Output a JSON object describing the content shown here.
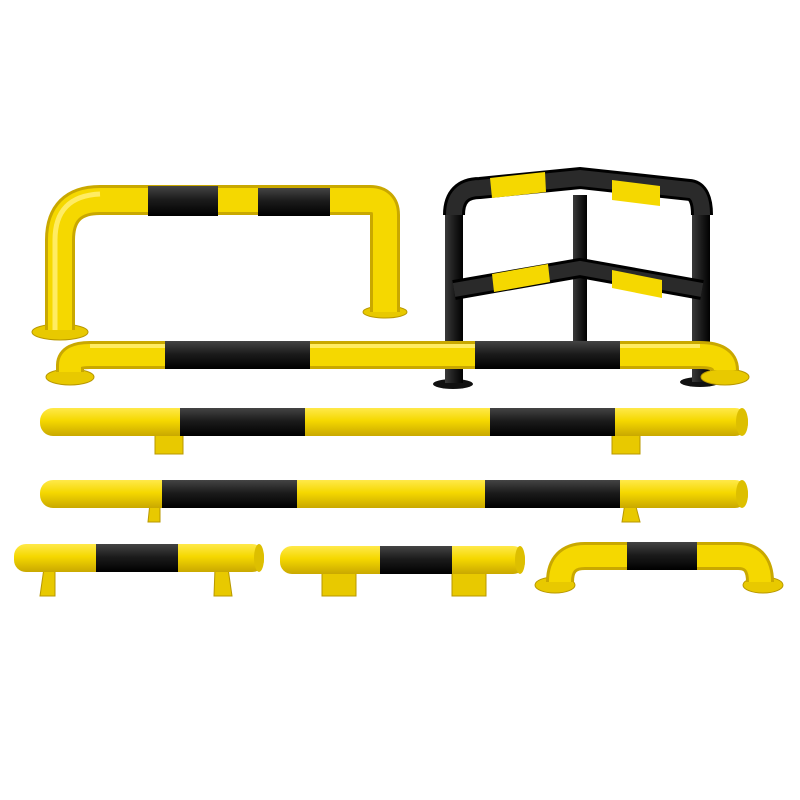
{
  "colors": {
    "background": "#ffffff",
    "safety_yellow": "#f5d800",
    "yellow_shade": "#d9b800",
    "stripe_black": "#1c1c1c",
    "black_shade": "#000000"
  },
  "products": [
    {
      "kind": "u-shaped-guard-arch",
      "stripes": "yellow-black"
    },
    {
      "kind": "corner-guard-rail",
      "stripes": "black-yellow"
    },
    {
      "kind": "bent-end-guard-rail-long",
      "stripes": "yellow-black"
    },
    {
      "kind": "straight-guard-bar-bracket-mount-long",
      "stripes": "yellow-black"
    },
    {
      "kind": "straight-guard-bar-bracket-mount-long-2",
      "stripes": "yellow-black"
    },
    {
      "kind": "short-guard-bar-bracket-mount",
      "stripes": "yellow-black"
    },
    {
      "kind": "short-guard-bar-bracket-mount-2",
      "stripes": "yellow-black"
    },
    {
      "kind": "short-bent-end-guard",
      "stripes": "yellow-black"
    }
  ]
}
